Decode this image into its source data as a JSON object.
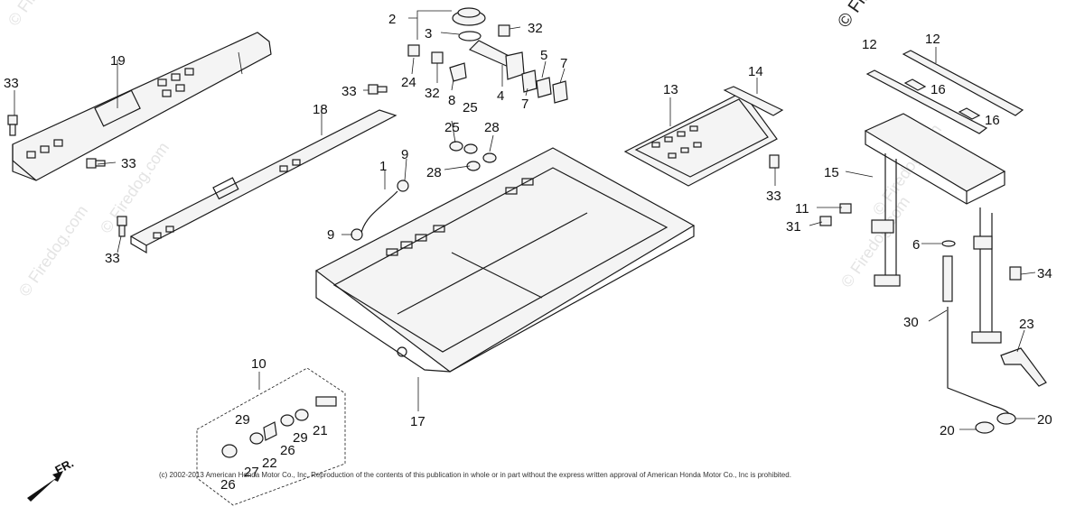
{
  "watermark": {
    "site_small": "© Firedog.com",
    "top_right": "© Fire"
  },
  "front_indicator": "FR.",
  "copyright": "(c) 2002-2013 American Honda Motor Co., Inc. Reproduction of the contents of this publication in whole or in part without the express written approval of American Honda Motor Co., Inc is prohibited.",
  "part_numbers": [
    "1",
    "2",
    "3",
    "4",
    "5",
    "6",
    "7",
    "8",
    "9",
    "10",
    "11",
    "12",
    "13",
    "14",
    "15",
    "16",
    "17",
    "18",
    "19",
    "20",
    "21",
    "22",
    "23",
    "24",
    "25",
    "26",
    "27",
    "28",
    "29",
    "30",
    "31",
    "32",
    "33",
    "34"
  ]
}
